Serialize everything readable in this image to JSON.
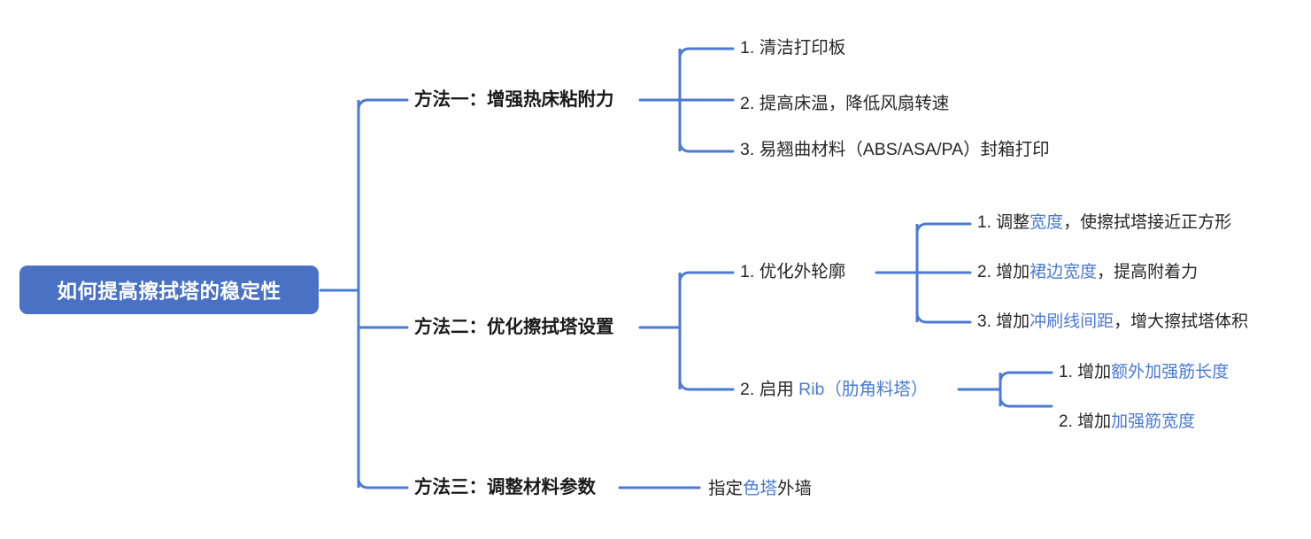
{
  "diagram": {
    "type": "mind-map",
    "title": "如何提高擦拭塔的稳定性",
    "colors": {
      "root_fill": "#4a72c4",
      "root_text": "#ffffff",
      "connector": "#4a7ad4",
      "highlight_text": "#4a7ad4",
      "body_text": "#262626"
    }
  },
  "root": {
    "label": "如何提高擦拭塔的稳定性"
  },
  "branches": [
    {
      "label": "方法一：增强热床粘附力",
      "children": [
        {
          "prefix": "1. ",
          "text": "清洁打印板",
          "highlight": ""
        },
        {
          "prefix": "2. ",
          "text": "提高床温，降低风扇转速",
          "highlight": ""
        },
        {
          "prefix": "3. ",
          "text": "易翘曲材料（ABS/ASA/PA）封箱打印",
          "highlight": ""
        }
      ]
    },
    {
      "label": "方法二：优化擦拭塔设置",
      "children": [
        {
          "prefix": "1. ",
          "text": "优化外轮廓",
          "highlight": "",
          "children": [
            {
              "prefix": "1. ",
              "pre": "调整",
              "highlight": "宽度",
              "post": "，使擦拭塔接近正方形"
            },
            {
              "prefix": "2. ",
              "pre": "增加",
              "highlight": "裙边宽度",
              "post": "，提高附着力"
            },
            {
              "prefix": "3. ",
              "pre": "增加",
              "highlight": "冲刷线间距",
              "post": "，增大擦拭塔体积"
            }
          ]
        },
        {
          "prefix": "2. ",
          "pre": "启用 ",
          "highlight": "Rib（肋角料塔）",
          "post": "",
          "children": [
            {
              "prefix": "1. ",
              "pre": "增加",
              "highlight": "额外加强筋长度",
              "post": ""
            },
            {
              "prefix": "2. ",
              "pre": "增加",
              "highlight": "加强筋宽度",
              "post": ""
            }
          ]
        }
      ]
    },
    {
      "label": "方法三：调整材料参数",
      "children": [
        {
          "prefix": "",
          "pre": "指定",
          "highlight": "色塔",
          "post": "外墙"
        }
      ]
    }
  ]
}
